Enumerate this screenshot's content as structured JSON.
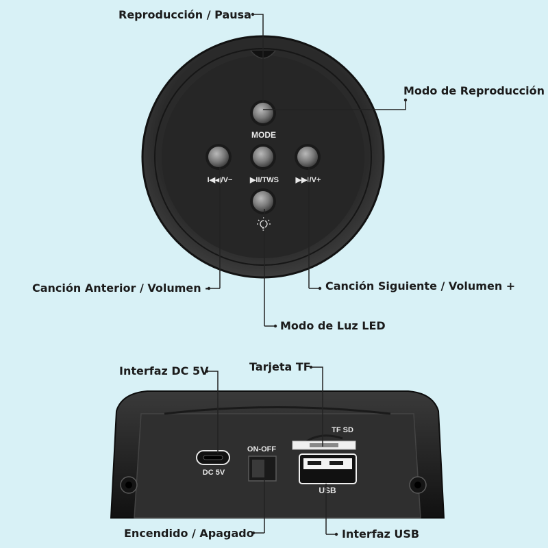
{
  "callouts": {
    "play_pause": "Reproducción / Pausa",
    "play_mode": "Modo de Reproducción",
    "prev_vol_down": "Canción Anterior / Volumen -",
    "next_vol_up": "Canción Siguiente / Volumen +",
    "led_mode": "Modo de Luz LED",
    "dc_interface": "Interfaz DC 5V",
    "tf_card": "Tarjeta TF",
    "power": "Encendido / Apagado",
    "usb_interface": "Interfaz USB"
  },
  "device_labels": {
    "mode": "MODE",
    "prev": "I◀◀/V−",
    "play_tws": "▶II/TWS",
    "next": "▶▶I/V+",
    "dc": "DC 5V",
    "on_off": "ON-OFF",
    "tf_sd": "TF SD",
    "usb": "USB"
  },
  "icons": {
    "led": "lightbulb-icon"
  },
  "colors": {
    "background": "#d8f1f6",
    "device_body": "#1c1c1c",
    "panel": "#2d2d2d",
    "button": "#7d7d7d",
    "leader_line": "#222222"
  }
}
